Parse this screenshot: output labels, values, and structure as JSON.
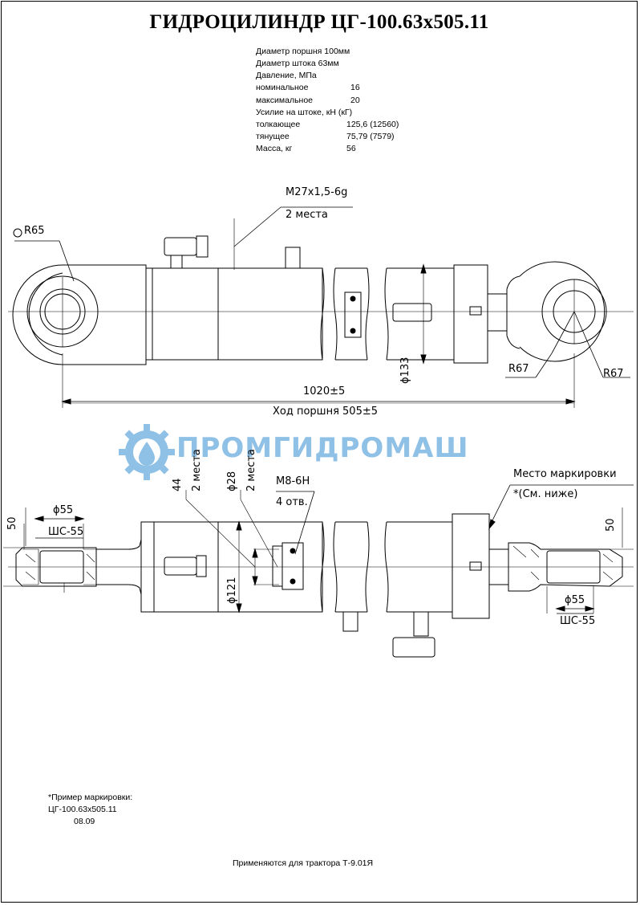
{
  "title": "ГИДРОЦИЛИНДР ЦГ-100.63х505.11",
  "specs": [
    {
      "label": "Диаметр поршня 100мм",
      "value": ""
    },
    {
      "label": "Диаметр штока 63мм",
      "value": ""
    },
    {
      "label": "Давление, МПа",
      "value": ""
    },
    {
      "label": "номинальное",
      "value": "16"
    },
    {
      "label": "максимальное",
      "value": "20"
    },
    {
      "label": "Усилие на штоке, кН (кГ)",
      "value": ""
    },
    {
      "label": "толкающее",
      "value": "125,6 (12560)"
    },
    {
      "label": "тянущее",
      "value": "75,79 (7579)"
    },
    {
      "label": "Масса, кг",
      "value": "56"
    }
  ],
  "dims_top": {
    "thread": "М27х1,5-6g",
    "thread_qty": "2 места",
    "r65": "R65",
    "r67_left": "R67",
    "r67_right": "R67",
    "length": "1020±5",
    "stroke": "Ход поршня 505±5",
    "d133": "ϕ133"
  },
  "dims_bottom": {
    "d55_left": "ϕ55",
    "shs_left": "ШС-55",
    "w50_left": "50",
    "d55_right": "ϕ55",
    "shs_right": "ШС-55",
    "w50_right": "50",
    "d44": "44",
    "two_places_1": "2 места",
    "d28": "ϕ28",
    "two_places_2": "2 места",
    "m8": "М8-6Н",
    "m8_qty": "4 отв.",
    "d121": "ϕ121",
    "marking_place": "Место маркировки",
    "marking_ref": "*(См. ниже)"
  },
  "watermark": "ПРОМГИДРОМАШ",
  "marking_example": {
    "heading": "*Пример маркировки:",
    "line1": "ЦГ-100.63х505.11",
    "line2": "08.09"
  },
  "applicability": "Применяются для трактора Т-9.01Я"
}
